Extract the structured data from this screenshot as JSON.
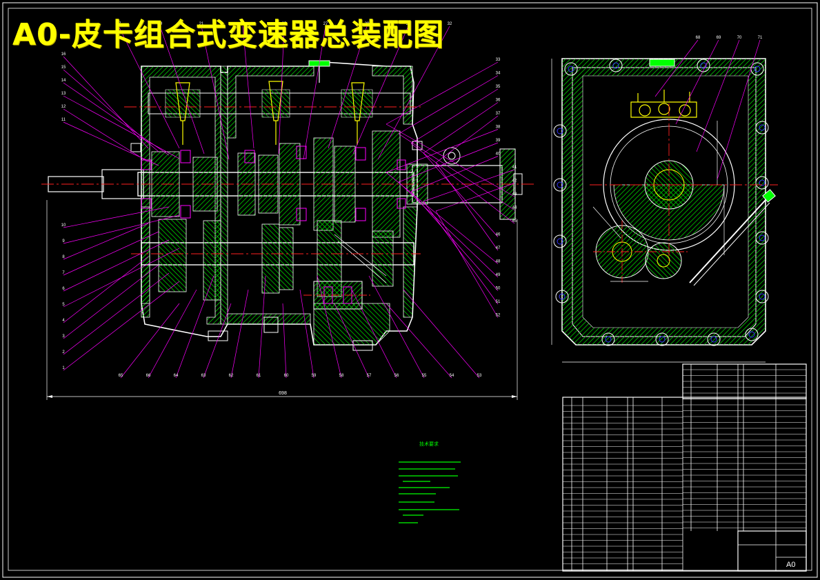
{
  "title": "A0-皮卡组合式变速器总装配图",
  "sheet_size": "A0",
  "dimension_overall_width": "698",
  "colors": {
    "background": "#000000",
    "title": "#ffff00",
    "outline": "#ffffff",
    "hatch": "#00ff00",
    "centerline": "#ff2020",
    "leader": "#ff00ff",
    "dimension": "#ffffff",
    "notes": "#00ff00"
  },
  "balloons_top": [
    "17",
    "19",
    "21",
    "23",
    "25",
    "27",
    "29",
    "31",
    "32"
  ],
  "balloons_left": [
    "16",
    "15",
    "14",
    "13",
    "12",
    "11",
    "10",
    "9",
    "8",
    "7",
    "6",
    "5",
    "4",
    "3",
    "2",
    "1"
  ],
  "balloons_right": [
    "33",
    "34",
    "35",
    "36",
    "37",
    "38",
    "39",
    "40",
    "41",
    "42",
    "43",
    "44",
    "45",
    "46",
    "47",
    "48",
    "49",
    "50",
    "51",
    "52"
  ],
  "balloons_bottom": [
    "65",
    "66",
    "64",
    "63",
    "62",
    "61",
    "60",
    "59",
    "58",
    "57",
    "56",
    "55",
    "54",
    "53"
  ],
  "balloons_side_view": [
    "68",
    "69",
    "70",
    "71"
  ],
  "tech_requirements_heading": "技术要求"
}
